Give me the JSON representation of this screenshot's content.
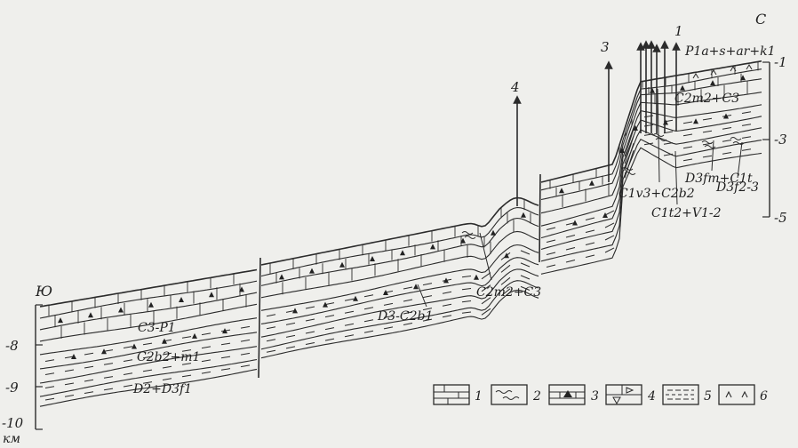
{
  "direction": {
    "south": "Ю",
    "north": "С"
  },
  "depth_scale_left": {
    "ticks": [
      "-8",
      "-9",
      "-10"
    ],
    "unit": "км"
  },
  "depth_scale_right": {
    "ticks": [
      "-1",
      "-3",
      "-5"
    ]
  },
  "wells": [
    {
      "number": "4"
    },
    {
      "number": "3"
    },
    {
      "number": "1"
    }
  ],
  "strata_labels": {
    "north_top": "P1a+s+ar+k1",
    "north_c2m2_c3": "C2m2+C3",
    "north_c1v3_c2b2": "C1v3+C2b2",
    "north_c1t2_v12": "C1t2+V1-2",
    "north_d3fm_c1t": "D3fm+C1t",
    "north_d3f23": "D3f2-3",
    "middle_c2m2_c3": "C2m2+C3",
    "middle_d3_c2b1": "D3-C2b1",
    "south_c3_p1": "C3-P1",
    "south_c2b2_m1": "C2b2+m1",
    "south_d2_d3f1": "D2+D3f1"
  },
  "legend": [
    {
      "number": "1",
      "pattern": "limestone"
    },
    {
      "number": "2",
      "pattern": "marl"
    },
    {
      "number": "3",
      "pattern": "reef-limestone"
    },
    {
      "number": "4",
      "pattern": "dolomite"
    },
    {
      "number": "5",
      "pattern": "shale"
    },
    {
      "number": "6",
      "pattern": "anhydrite"
    }
  ]
}
